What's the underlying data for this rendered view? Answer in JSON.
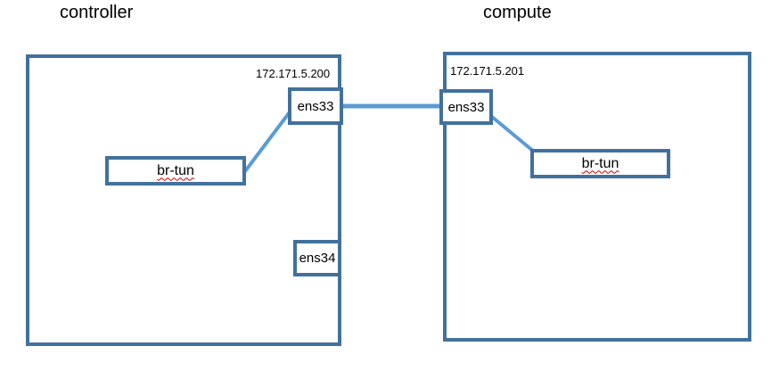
{
  "diagram": {
    "nodes": [
      {
        "title": "controller",
        "ip": "172.171.5.200",
        "interfaces": [
          {
            "label": "ens33"
          },
          {
            "label": "ens34"
          }
        ],
        "bridges": [
          {
            "label": "br-tun"
          }
        ]
      },
      {
        "title": "compute",
        "ip": "172.171.5.201",
        "interfaces": [
          {
            "label": "ens33"
          }
        ],
        "bridges": [
          {
            "label": "br-tun"
          }
        ]
      }
    ],
    "connections": [
      {
        "from": "controller.br-tun",
        "to": "controller.ens33"
      },
      {
        "from": "controller.ens33",
        "to": "compute.ens33"
      },
      {
        "from": "compute.ens33",
        "to": "compute.br-tun"
      }
    ]
  },
  "colors": {
    "box_border": "#41719C",
    "connector": "#5B9BD5",
    "text": "#000000",
    "spellcheck": "#C00000",
    "background": "#FFFFFF"
  }
}
